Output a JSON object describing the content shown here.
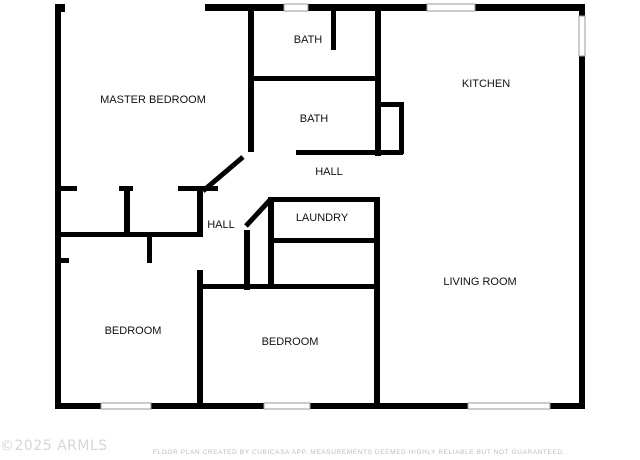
{
  "rooms": {
    "master_bedroom": "MASTER BEDROOM",
    "bath_upper": "BATH",
    "bath_lower": "BATH",
    "kitchen": "KITCHEN",
    "hall_main": "HALL",
    "hall_side": "HALL",
    "laundry": "LAUNDRY",
    "living_room": "LIVING ROOM",
    "bedroom_left": "BEDROOM",
    "bedroom_right": "BEDROOM"
  },
  "footer": {
    "copyright": "©2025 ARMLS",
    "disclaimer": "FLOOR PLAN CREATED BY CUBICASA APP. MEASUREMENTS DEEMED HIGHLY RELIABLE BUT NOT GUARANTEED."
  },
  "colors": {
    "wall": "#000000",
    "window": "#9a9a9a",
    "background": "#ffffff"
  }
}
